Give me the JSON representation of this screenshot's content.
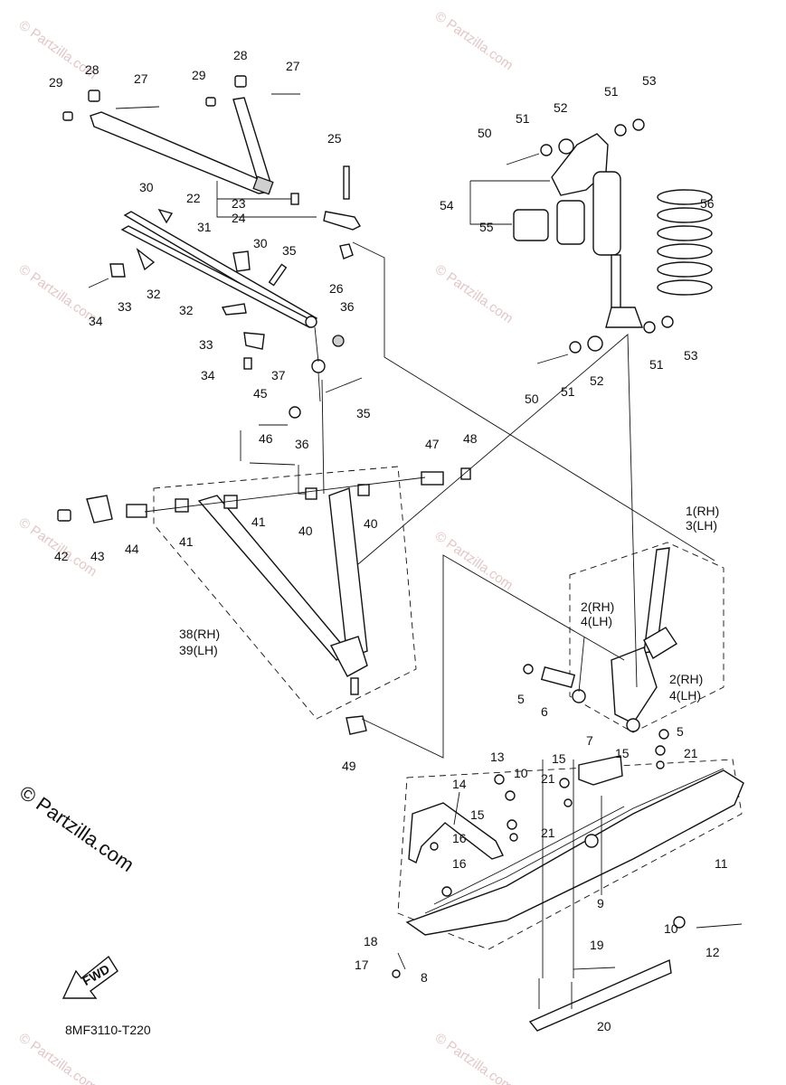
{
  "watermark": "© Partzilla.com",
  "copyright_text": "© Partzilla.com",
  "diagram_code": "8MF3110-T220",
  "fwd_label": "FWD",
  "labels": {
    "l1": "1(RH)",
    "l3": "3(LH)",
    "l2a": "2(RH)",
    "l4a": "4(LH)",
    "l2b": "2(RH)",
    "l4b": "4(LH)",
    "l38": "38(RH)",
    "l39": "39(LH)",
    "n5a": "5",
    "n5b": "5",
    "n6": "6",
    "n7": "7",
    "n8": "8",
    "n9": "9",
    "n10a": "10",
    "n10b": "10",
    "n11": "11",
    "n12": "12",
    "n13": "13",
    "n14": "14",
    "n15a": "15",
    "n15b": "15",
    "n15c": "15",
    "n16a": "16",
    "n16b": "16",
    "n17": "17",
    "n18": "18",
    "n19": "19",
    "n20": "20",
    "n21a": "21",
    "n21b": "21",
    "n21c": "21",
    "n22": "22",
    "n23": "23",
    "n24": "24",
    "n25": "25",
    "n26": "26",
    "n27a": "27",
    "n27b": "27",
    "n28a": "28",
    "n28b": "28",
    "n29a": "29",
    "n29b": "29",
    "n30a": "30",
    "n30b": "30",
    "n31": "31",
    "n32a": "32",
    "n32b": "32",
    "n33a": "33",
    "n33b": "33",
    "n34a": "34",
    "n34b": "34",
    "n35a": "35",
    "n35b": "35",
    "n36a": "36",
    "n36b": "36",
    "n37": "37",
    "n40a": "40",
    "n40b": "40",
    "n41a": "41",
    "n41b": "41",
    "n42": "42",
    "n43": "43",
    "n44": "44",
    "n45": "45",
    "n46": "46",
    "n47": "47",
    "n48": "48",
    "n49": "49",
    "n50a": "50",
    "n50b": "50",
    "n51a": "51",
    "n51b": "51",
    "n51c": "51",
    "n51d": "51",
    "n52a": "52",
    "n52b": "52",
    "n53a": "53",
    "n53b": "53",
    "n54": "54",
    "n55": "55",
    "n56": "56"
  }
}
